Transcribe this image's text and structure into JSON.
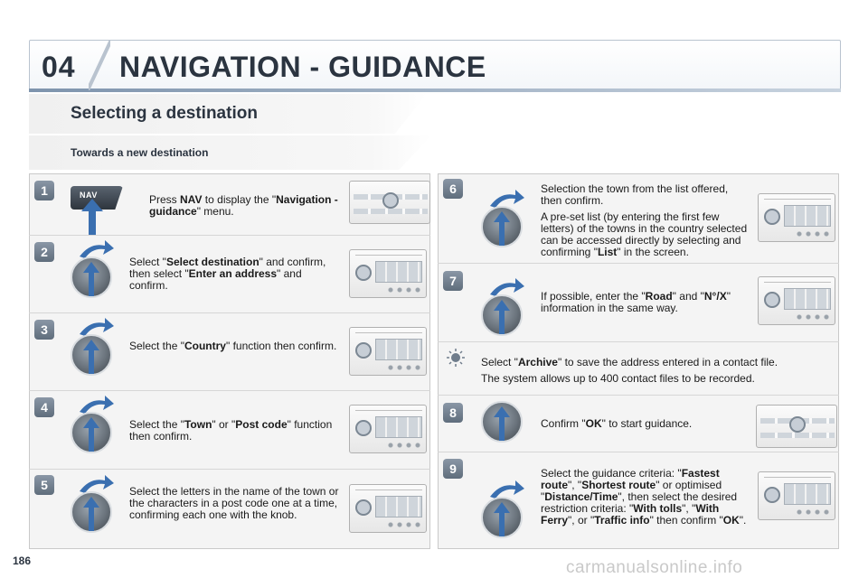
{
  "header": {
    "chapter_number": "04",
    "chapter_title": "NAVIGATION - GUIDANCE"
  },
  "section": {
    "title": "Selecting a destination",
    "subtitle": "Towards a new destination"
  },
  "nav_button_label": "NAV",
  "steps_left": [
    {
      "number": "1",
      "html": "Press <b>NAV</b> to display the \"<b>Navigation - guidance</b>\" menu."
    },
    {
      "number": "2",
      "html": "Select \"<b>Select destination</b>\" and confirm, then select \"<b>Enter an address</b>\" and confirm."
    },
    {
      "number": "3",
      "html": "Select the \"<b>Country</b>\" function then confirm."
    },
    {
      "number": "4",
      "html": "Select the \"<b>Town</b>\" or \"<b>Post code</b>\" function then confirm."
    },
    {
      "number": "5",
      "html": "Select the letters in the name of the town or the characters in a post code one at a time, confirming each one with the knob."
    }
  ],
  "steps_right": [
    {
      "number": "6",
      "html": "<p>Selection the town from the list offered, then confirm.</p><p>A pre-set list (by entering the first few letters) of the towns in the country selected can be accessed directly by selecting and confirming \"<b>List</b>\" in the screen.</p>"
    },
    {
      "number": "7",
      "html": "If possible, enter the \"<b>Road</b>\" and \"<b>N°/X</b>\" information in the same way."
    },
    {
      "number": "tip",
      "html": "<p>Select \"<b>Archive</b>\" to save the address entered in a contact file.</p><p>The system allows up to 400 contact files to be recorded.</p>"
    },
    {
      "number": "8",
      "html": "Confirm \"<b>OK</b>\" to start guidance."
    },
    {
      "number": "9",
      "html": "Select the guidance criteria: \"<b>Fastest route</b>\", \"<b>Shortest route</b>\" or optimised \"<b>Distance/Time</b>\", then select the desired restriction criteria: \"<b>With tolls</b>\", \"<b>With Ferry</b>\", or \"<b>Traffic info</b>\" then confirm \"<b>OK</b>\"."
    }
  ],
  "page_number": "186",
  "watermark": "carmanualsonline.info",
  "colors": {
    "heading": "#2b3440",
    "panel_bg": "#f4f4f4",
    "badge": "#6f7c8b",
    "arrow": "#3a6fb0"
  }
}
